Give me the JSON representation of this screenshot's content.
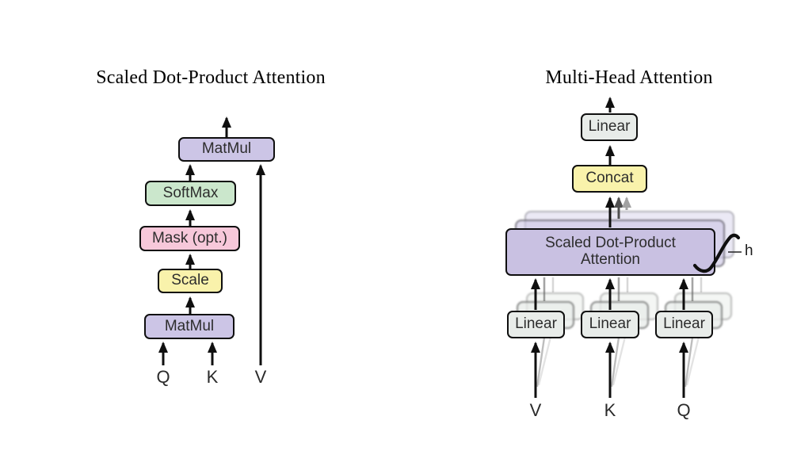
{
  "left": {
    "title": "Scaled Dot-Product Attention",
    "boxes": {
      "matmul_top": "MatMul",
      "softmax": "SoftMax",
      "mask": "Mask (opt.)",
      "scale": "Scale",
      "matmul_bottom": "MatMul"
    },
    "inputs": {
      "q": "Q",
      "k": "K",
      "v": "V"
    }
  },
  "right": {
    "title": "Multi-Head Attention",
    "boxes": {
      "linear_out": "Linear",
      "concat": "Concat",
      "attention_line1": "Scaled Dot-Product",
      "attention_line2": "Attention",
      "linear_v": "Linear",
      "linear_k": "Linear",
      "linear_q": "Linear"
    },
    "inputs": {
      "v": "V",
      "k": "K",
      "q": "Q"
    },
    "head_count_label": "h"
  },
  "colors": {
    "box_purple": "#ccc5e6",
    "box_purple_big": "#c9c1e2",
    "box_green": "#cbe7cc",
    "box_pink": "#f7c8da",
    "box_yellow": "#f9f2ab",
    "box_gray_green": "#e8ece9",
    "box_border": "#0f0f0f",
    "label_text": "#2d2d2d",
    "arrow_black": "#0f0f0f",
    "arrow_dark_gray": "#4f4f4f",
    "arrow_light_gray": "#a2a2a2",
    "background": "#ffffff"
  }
}
